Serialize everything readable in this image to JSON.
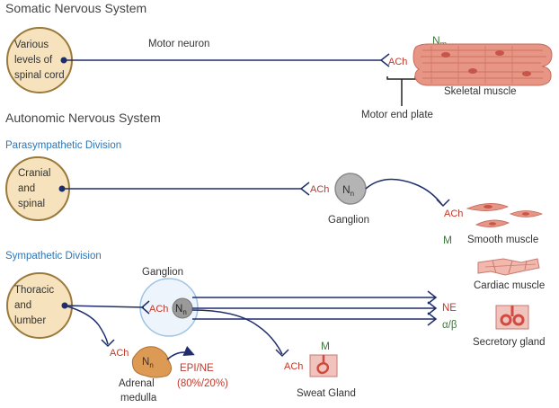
{
  "somatic": {
    "title": "Somatic Nervous System",
    "origin_line1": "Various",
    "origin_line2": "levels of",
    "origin_line3": "spinal cord",
    "neuron_label": "Motor neuron",
    "nt": "ACh",
    "receptor": "N",
    "receptor_sub": "m",
    "target": "Skeletal muscle",
    "end_plate": "Motor end plate"
  },
  "autonomic": {
    "title": "Autonomic Nervous System"
  },
  "parasympathetic": {
    "title": "Parasympathetic Division",
    "origin_line1": "Cranial",
    "origin_line2": "and",
    "origin_line3": "spinal",
    "pre_nt": "ACh",
    "ganglion_receptor": "N",
    "ganglion_receptor_sub": "n",
    "ganglion_label": "Ganglion",
    "post_nt": "ACh",
    "effector_receptor": "M",
    "targets": [
      "Smooth muscle",
      "Cardiac muscle",
      "Secretory gland"
    ]
  },
  "sympathetic": {
    "title": "Sympathetic Division",
    "origin_line1": "Thoracic",
    "origin_line2": "and",
    "origin_line3": "lumber",
    "ganglion_label": "Ganglion",
    "pre_nt": "ACh",
    "ganglion_receptor": "N",
    "ganglion_receptor_sub": "n",
    "post_nt": "NE",
    "post_receptor": "α/β",
    "adrenal_nt": "ACh",
    "adrenal_receptor": "N",
    "adrenal_receptor_sub": "n",
    "adrenal_label_line1": "Adrenal",
    "adrenal_label_line2": "medulla",
    "adrenal_output_line1": "EPI/NE",
    "adrenal_output_line2": "(80%/20%)",
    "sweat_nt": "ACh",
    "sweat_receptor": "M",
    "sweat_label": "Sweat Gland"
  },
  "colors": {
    "neuron": "#1f2d6b",
    "neurotransmitter": "#c0392b",
    "receptor_green": "#3d7a3d",
    "division_title": "#2e75b6",
    "cell_fill": "#f6e3bd",
    "cell_stroke": "#9a7a3a",
    "muscle": "#e3877a",
    "adrenal": "#dc9a55"
  }
}
